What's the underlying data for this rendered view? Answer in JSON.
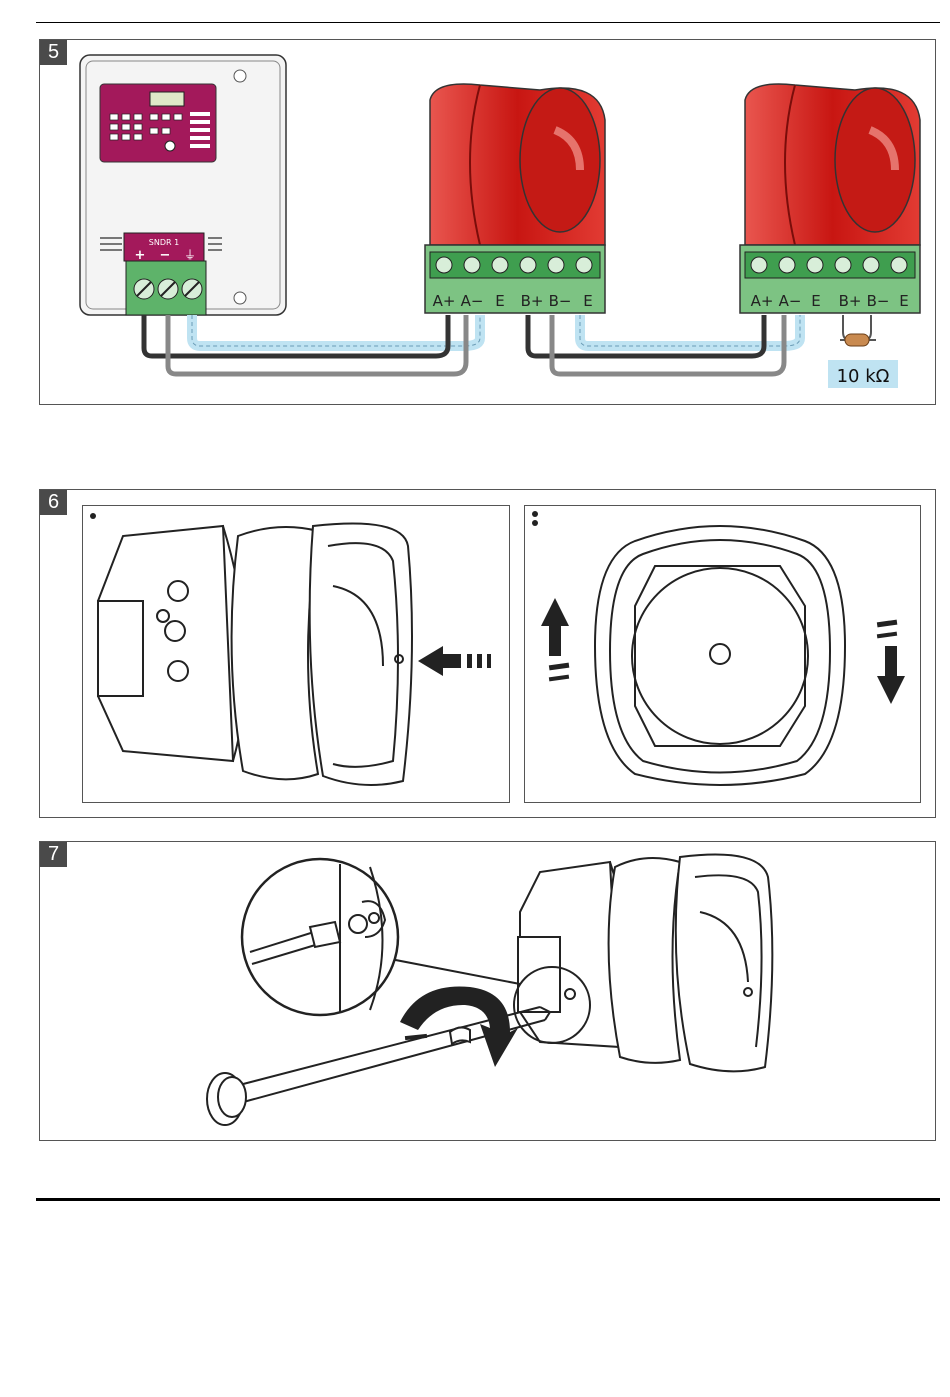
{
  "figures": [
    {
      "number": "5"
    },
    {
      "number": "6"
    },
    {
      "number": "7"
    }
  ],
  "control_panel": {
    "terminal_label": "SNDR 1",
    "terminal_symbols": [
      "+",
      "−",
      "⏚"
    ]
  },
  "siren_terminals": {
    "labels": [
      "A+",
      "A−",
      "E",
      "B+",
      "B−",
      "E"
    ]
  },
  "resistor": {
    "label": "10 kΩ"
  },
  "colors": {
    "terminal_green": "#7dc383",
    "pcb_green": "#3f9e4f",
    "siren_red": "#d8231e",
    "panel_magenta": "#a3195b",
    "wire_blue": "#bfe3f2",
    "resistor_brown": "#c98a50"
  }
}
